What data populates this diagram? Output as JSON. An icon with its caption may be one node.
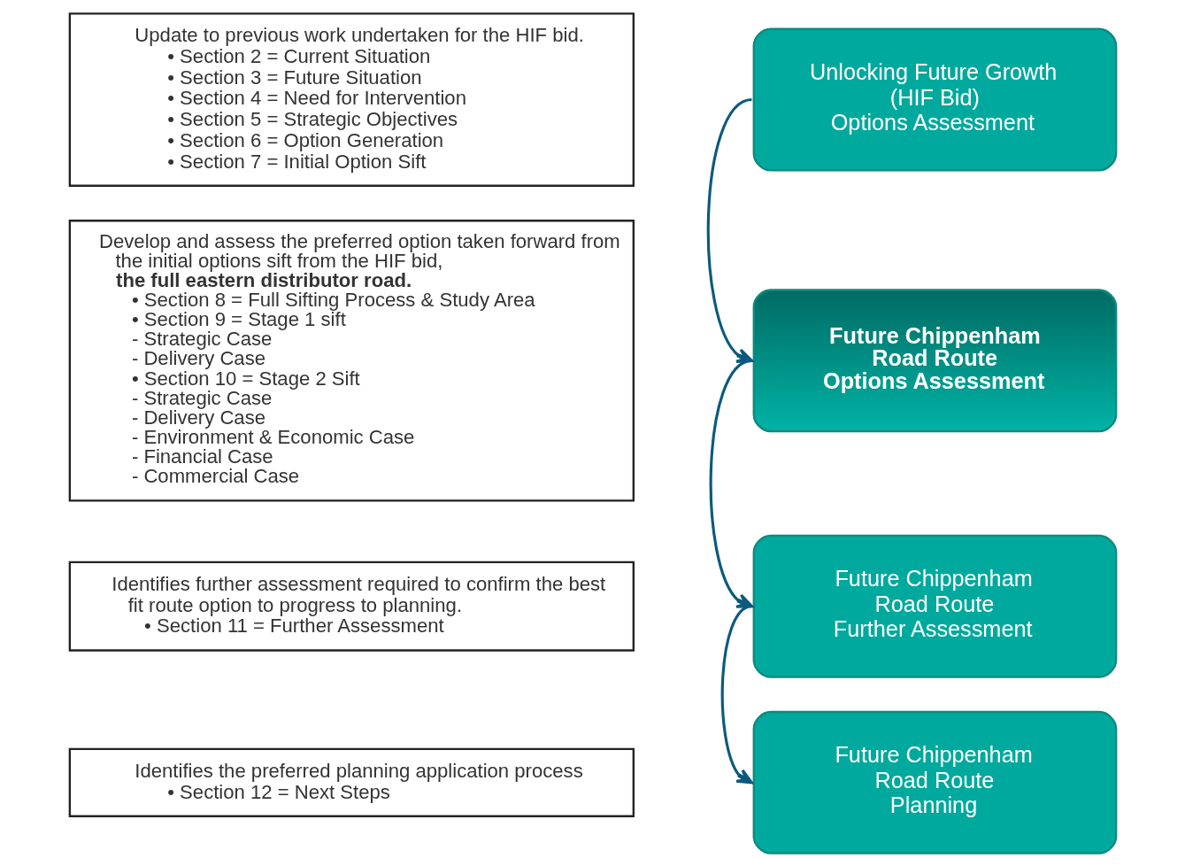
{
  "diagram": {
    "nodes": [
      {
        "text": [
          "Update to previous work undertaken for the HIF bid.",
          "• Section 2 = Current Situation",
          "• Section 3 = Future Situation",
          "• Section 4 = Need for Intervention",
          "• Section 5 = Strategic Objectives",
          "• Section 6 = Option Generation",
          "• Section 7 = Initial Option Sift"
        ]
      },
      {
        "text": [
          "Develop and assess the preferred option taken forward from the initial options sift from the HIF bid, **the full eastern distributor road.**",
          "• Section 8 = Full Sifting Process & Study Area",
          "• Section 9 = Stage 1 sift",
          "- Strategic Case",
          "- Delivery Case",
          "• Section 10 = Stage 2 Sift",
          "- Strategic Case",
          "- Delivery Case",
          "- Environment & Economic Case",
          "- Financial Case",
          "- Commercial Case"
        ]
      },
      {
        "text": [
          "Identifies further assessment required to confirm the best fit route option to progress to planning.",
          "• Section 11 = Further Assessment"
        ]
      },
      {
        "text": [
          "Identifies the preferred planning application process",
          "• Section 12 = Next Steps"
        ]
      },
      {
        "text": [
          "Unlocking Future Growth",
          "(HIF Bid)",
          "Options Assessment"
        ]
      },
      {
        "text": [
          "Future Chippenham",
          "Road Route",
          "Options Assessment"
        ]
      },
      {
        "text": [
          "Future Chippenham",
          "Road Route",
          "Further Assessment"
        ]
      },
      {
        "text": [
          "Future Chippenham",
          "Road Route",
          "Planning"
        ]
      }
    ],
    "edges": [
      {
        "from": 4,
        "to": 5,
        "arrow": "to"
      },
      {
        "from": 5,
        "to": 6,
        "arrow": "to"
      },
      {
        "from": 6,
        "to": 7,
        "arrow": "to"
      }
    ]
  }
}
